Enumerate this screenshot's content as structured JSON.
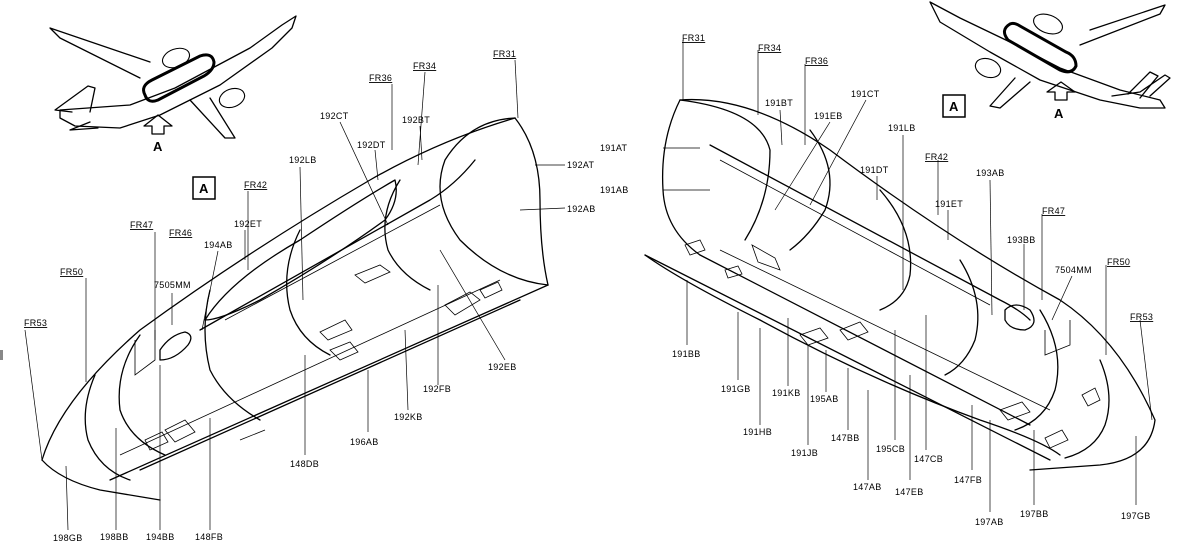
{
  "view": {
    "letter": "A"
  },
  "left_panel": {
    "frames": [
      "FR31",
      "FR34",
      "FR36",
      "FR42",
      "FR46",
      "FR47",
      "FR50",
      "FR53"
    ],
    "labels": [
      "192CT",
      "192DT",
      "192BT",
      "192AT",
      "192AB",
      "192LB",
      "192ET",
      "194AB",
      "7505MM",
      "192EB",
      "192FB",
      "192KB",
      "196AB",
      "148DB",
      "148FB",
      "194BB",
      "198BB",
      "198GB"
    ]
  },
  "right_panel": {
    "frames": [
      "FR31",
      "FR34",
      "FR36",
      "FR42",
      "FR47",
      "FR50",
      "FR53"
    ],
    "labels": [
      "191AT",
      "191AB",
      "191BT",
      "191EB",
      "191CT",
      "191LB",
      "191DT",
      "191ET",
      "193AB",
      "193BB",
      "7504MM",
      "191BB",
      "191GB",
      "191HB",
      "191KB",
      "191JB",
      "195AB",
      "147BB",
      "147AB",
      "195CB",
      "147EB",
      "147CB",
      "147FB",
      "197AB",
      "197BB",
      "197GB"
    ]
  }
}
